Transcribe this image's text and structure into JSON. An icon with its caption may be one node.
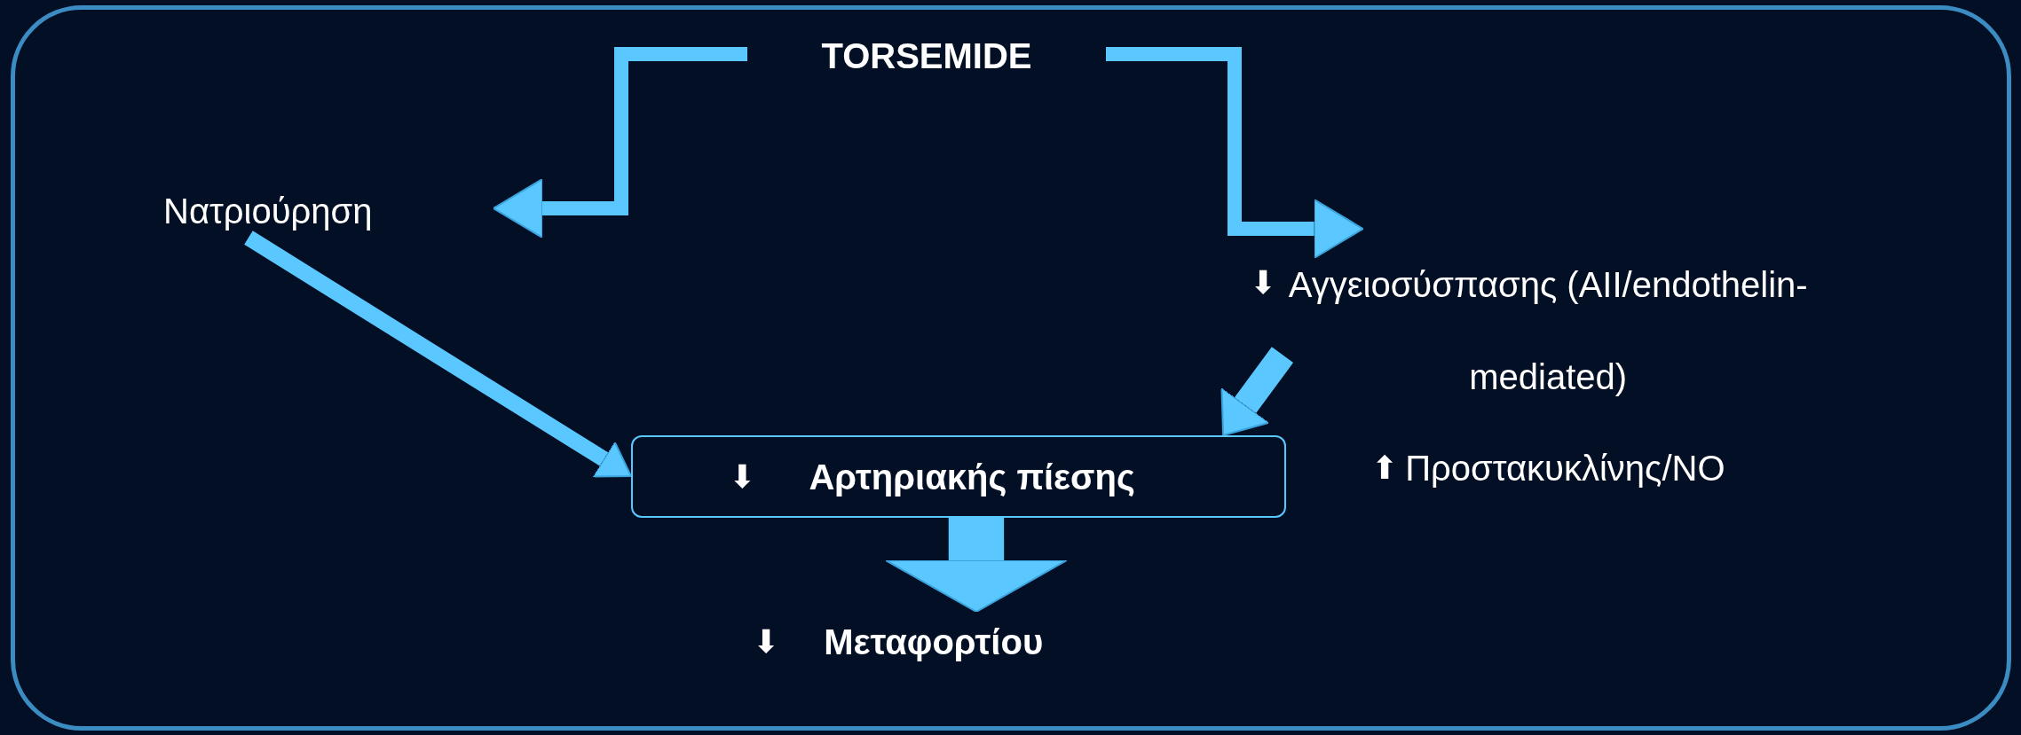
{
  "diagram": {
    "nodes": [
      {
        "text": [
          "TORSEMIDE"
        ]
      },
      {
        "text": [
          "Νατριούρηση"
        ]
      },
      {
        "text": [
          "⬇",
          "Αγγειοσύσπασης (AII/endothelin-mediated)"
        ]
      },
      {
        "text": [
          "⬆",
          "Προστακυκλίνης/NO"
        ]
      },
      {
        "text": [
          "⬇",
          "Αρτηριακής πίεσης"
        ]
      },
      {
        "text": [
          "⬇",
          "Μεταφορτίου"
        ]
      }
    ],
    "edges": [
      {
        "from": 0,
        "to": 1,
        "arrow": "to"
      },
      {
        "from": 0,
        "to": 2,
        "arrow": "to"
      },
      {
        "from": 1,
        "to": 4,
        "arrow": "to"
      },
      {
        "from": 2,
        "to": 4,
        "arrow": "to"
      },
      {
        "from": 4,
        "to": 5,
        "arrow": "to",
        "style": "thick"
      }
    ]
  }
}
